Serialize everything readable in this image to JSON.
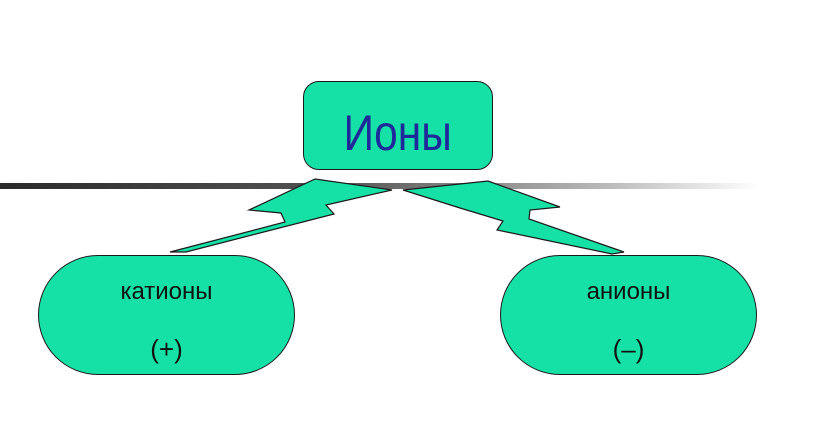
{
  "root": {
    "label": "Ионы"
  },
  "children": [
    {
      "label": "катионы",
      "sign": "(+)"
    },
    {
      "label": "анионы",
      "sign": "(–)"
    }
  ],
  "colors": {
    "node_fill": "#15e0a6",
    "root_text": "#1f2a9a",
    "outline": "#1a1a1a"
  }
}
